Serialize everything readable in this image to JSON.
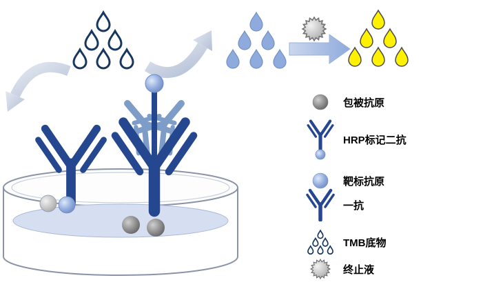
{
  "figure": {
    "legend": {
      "items": [
        {
          "icon": "coated-antigen-sphere-icon",
          "label": "包被抗原"
        },
        {
          "icon": "hrp-secondary-antibody-icon",
          "label": "HRP标记二抗"
        },
        {
          "icon": "target-antigen-sphere-icon",
          "label": "靶标抗原"
        },
        {
          "icon": "primary-antibody-icon",
          "label": "一抗"
        },
        {
          "icon": "tmb-substrate-droplets-icon",
          "label": "TMB底物"
        },
        {
          "icon": "stop-solution-burst-icon",
          "label": "终止液"
        }
      ]
    },
    "colors": {
      "substrate_outline_navy": "#17375E",
      "antibody_blue": "#24478F",
      "secondary_antibody_steel": "#7E9CC8",
      "antigen_light_blue": "#8FAADC",
      "well_liquid": "#D6DFF2",
      "product_yellow": "#FFF100",
      "coated_antigen_gray": "#8C8C8C",
      "arrow_silver": "#C6CFDF"
    }
  }
}
